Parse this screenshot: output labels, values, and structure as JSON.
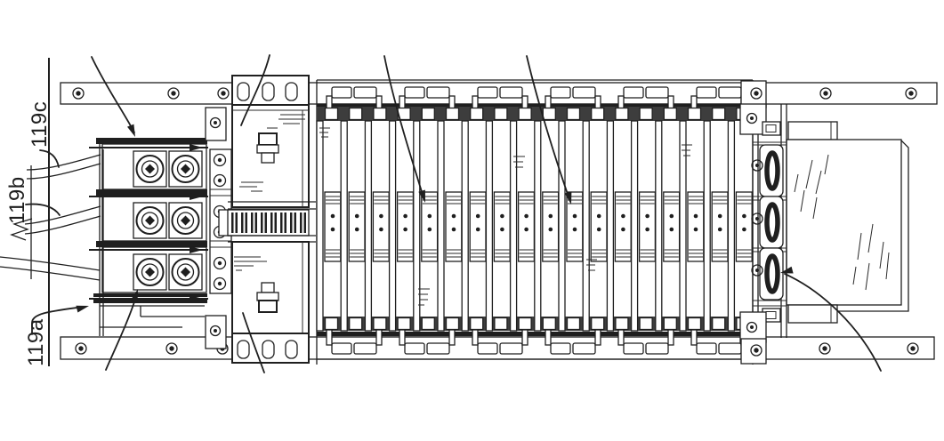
{
  "figure": {
    "kind": "patent-line-drawing",
    "background": "#ffffff",
    "ink": "#1f1f1f",
    "labels": {
      "c": "119c",
      "b": "119b",
      "a": "119a"
    }
  }
}
